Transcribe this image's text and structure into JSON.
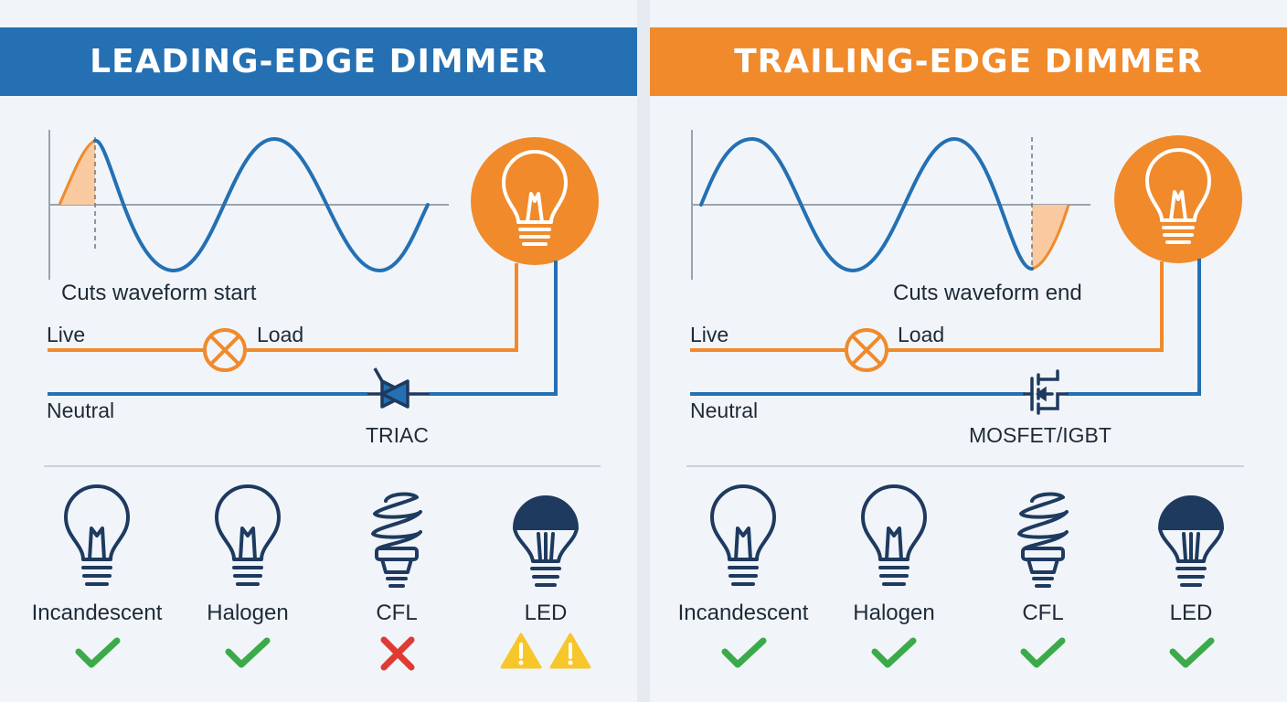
{
  "colors": {
    "blue": "#2470b3",
    "orange": "#f08a2b",
    "shade": "#f9c9a0",
    "ink": "#1e3a5f",
    "check": "#3bab4a",
    "cross": "#e03a35",
    "warning": "#f7c62b"
  },
  "left": {
    "title": "LEADING-EDGE DIMMER",
    "waveform_caption": "Cuts waveform start",
    "live_label": "Live",
    "load_label": "Load",
    "neutral_label": "Neutral",
    "device_label": "TRIAC",
    "bulbs": [
      {
        "name": "Incandescent",
        "icon": "incandescent-bulb-icon",
        "status": "check"
      },
      {
        "name": "Halogen",
        "icon": "halogen-bulb-icon",
        "status": "check"
      },
      {
        "name": "CFL",
        "icon": "cfl-bulb-icon",
        "status": "cross"
      },
      {
        "name": "LED",
        "icon": "led-bulb-icon",
        "status": "warning"
      }
    ]
  },
  "right": {
    "title": "TRAILING-EDGE DIMMER",
    "waveform_caption": "Cuts waveform end",
    "live_label": "Live",
    "load_label": "Load",
    "neutral_label": "Neutral",
    "device_label": "MOSFET/IGBT",
    "bulbs": [
      {
        "name": "Incandescent",
        "icon": "incandescent-bulb-icon",
        "status": "check"
      },
      {
        "name": "Halogen",
        "icon": "halogen-bulb-icon",
        "status": "check"
      },
      {
        "name": "CFL",
        "icon": "cfl-bulb-icon",
        "status": "check"
      },
      {
        "name": "LED",
        "icon": "led-bulb-icon",
        "status": "check"
      }
    ]
  }
}
